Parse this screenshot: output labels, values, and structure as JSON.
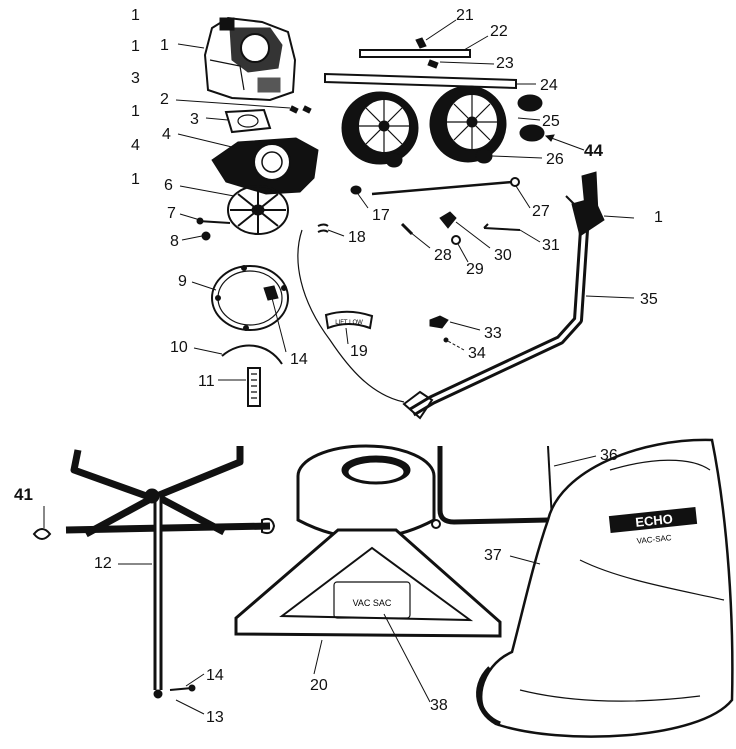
{
  "diagram": {
    "margin_numbers": [
      "1",
      "1",
      "3",
      "1",
      "4",
      "1"
    ],
    "callouts": [
      "1",
      "2",
      "3",
      "4",
      "6",
      "7",
      "8",
      "9",
      "10",
      "11",
      "14",
      "17",
      "18",
      "19",
      "21",
      "22",
      "23",
      "24",
      "25",
      "26",
      "27",
      "28",
      "29",
      "30",
      "31",
      "1",
      "33",
      "34",
      "35",
      "36",
      "37",
      "12",
      "14",
      "13",
      "20",
      "38"
    ],
    "callouts_bold": [
      "44",
      "41"
    ],
    "decals": {
      "lift_label": "LIFT  LOW",
      "hood_label": "VAC SAC",
      "bag_brand": "ECHO",
      "bag_model": "VAC-SAC"
    }
  }
}
